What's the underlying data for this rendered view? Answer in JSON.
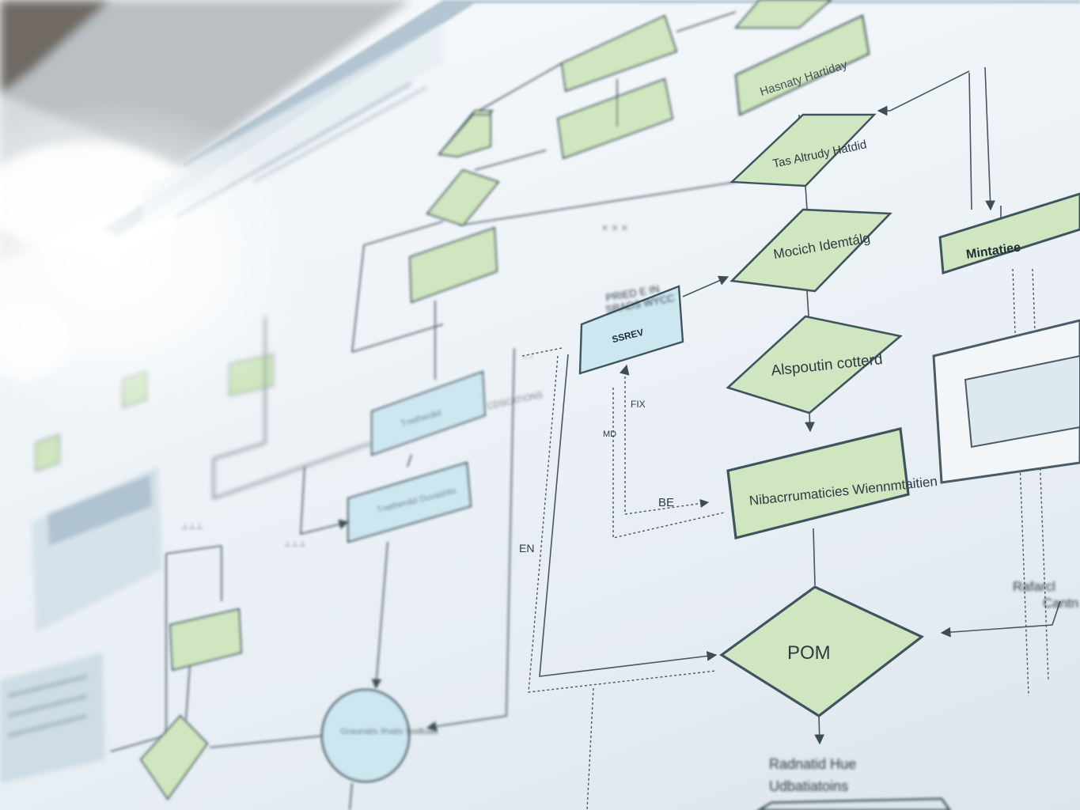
{
  "diagram": {
    "nodes": {
      "top_right_box": "Hasnaty Hartiday",
      "top_diamond": "Tas Altrudy Hatdid",
      "rhombus_mocich": "Mocich Idemtálg",
      "right_box": "Mintatiee",
      "diamond_center": "Alspoutin cotterd",
      "big_box": "Nibacrrumaticies Wiennmtaitien",
      "diamond_pom": "POM",
      "blue_box_ssrev": "SSREV",
      "blue_box_mid": "Tnetherdid Duvashlis",
      "circle_bottom": "Graunatis Ilhatis Sodtuatt"
    },
    "labels": {
      "ssrev_above": "PRIED E IN",
      "ssrev_above2": "SRADS WYCC",
      "fix": "FIX",
      "mid": "MD",
      "be": "BE",
      "en": "EN",
      "relabel": "Rafarcl",
      "relabel2": "Cantn",
      "bottom_caption_1": "Radnatid Hue",
      "bottom_caption_2": "Udbatiatoins",
      "blue_side": "CDSCATIONS"
    }
  }
}
